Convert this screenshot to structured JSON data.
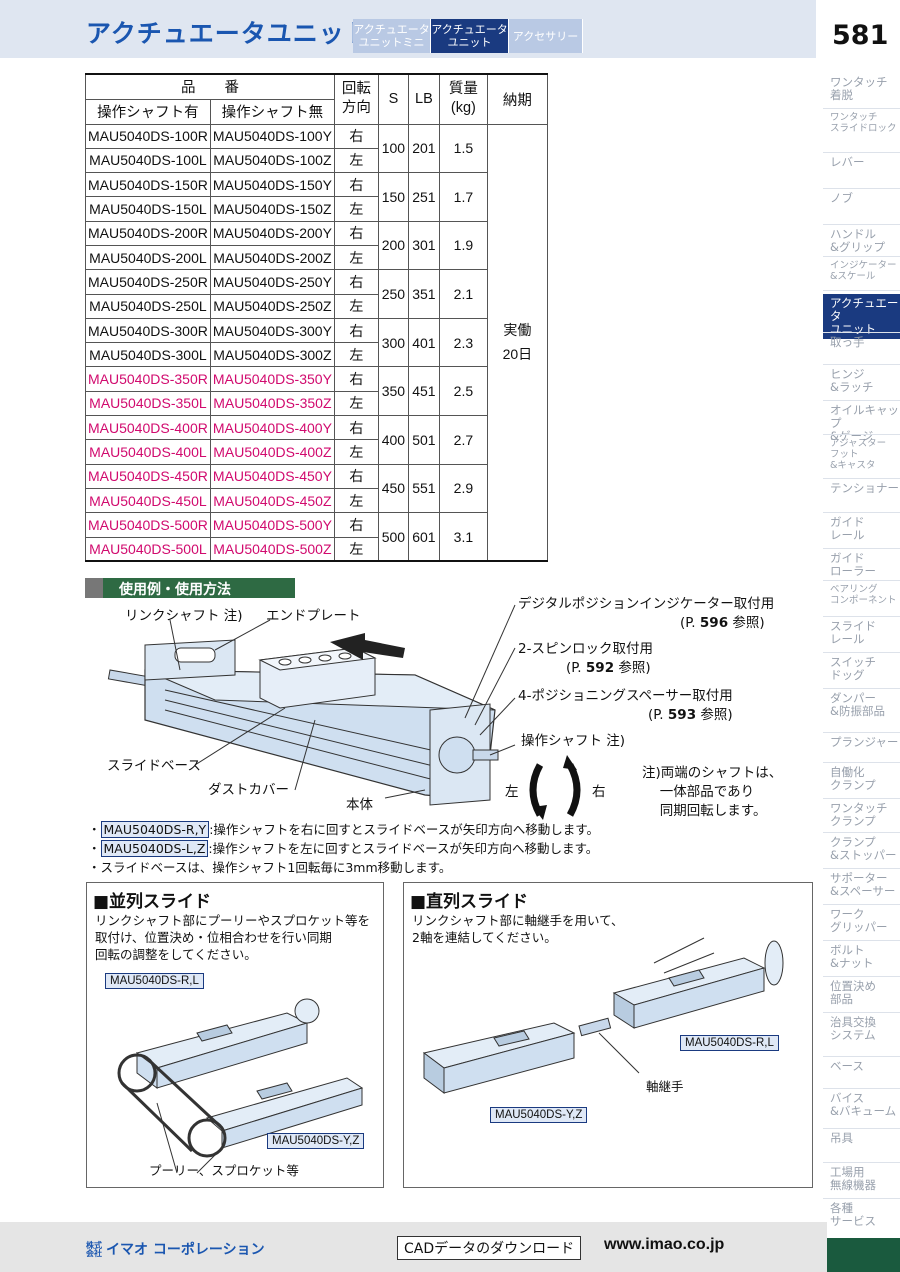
{
  "header": {
    "title": "アクチュエータユニット",
    "tabs": [
      {
        "label": "アクチュエータ\nユニットミニ",
        "active": false
      },
      {
        "label": "アクチュエータ\nユニット",
        "active": true
      },
      {
        "label": "アクセサリー",
        "active": false
      }
    ],
    "page_number": "581"
  },
  "sidebar": {
    "items": [
      {
        "label": "ワンタッチ\n着脱"
      },
      {
        "label": "ワンタッチ\nスライドロック"
      },
      {
        "label": "レバー"
      },
      {
        "label": "ノブ"
      },
      {
        "label": "ハンドル\n&グリップ"
      },
      {
        "label": "インジケーター\n&スケール"
      },
      {
        "label": "アクチュエータ\nユニット",
        "active": true
      },
      {
        "label": "取っ手"
      },
      {
        "label": "ヒンジ\n&ラッチ"
      },
      {
        "label": "オイルキャップ\n&ゲージ"
      },
      {
        "label": "アジャスター\nフット\n&キャスタ"
      },
      {
        "label": "テンショナー"
      },
      {
        "label": "ガイド\nレール"
      },
      {
        "label": "ガイド\nローラー"
      },
      {
        "label": "ベアリング\nコンポーネント"
      },
      {
        "label": "スライド\nレール"
      },
      {
        "label": "スイッチ\nドッグ"
      },
      {
        "label": "ダンパー\n&防振部品"
      },
      {
        "label": "プランジャー"
      },
      {
        "label": "自働化\nクランプ"
      },
      {
        "label": "ワンタッチ\nクランプ"
      },
      {
        "label": "クランプ\n&ストッパー"
      },
      {
        "label": "サポーター\n&スペーサー"
      },
      {
        "label": "ワーク\nグリッパー"
      },
      {
        "label": "ボルト\n&ナット"
      },
      {
        "label": "位置決め\n部品"
      },
      {
        "label": "治具交換\nシステム"
      },
      {
        "label": "ベース"
      },
      {
        "label": "バイス\n&バキューム"
      },
      {
        "label": "吊具"
      },
      {
        "label": "工場用\n無線機器"
      },
      {
        "label": "各種\nサービス"
      }
    ]
  },
  "table": {
    "header": {
      "part_no": "品　　番",
      "with_shaft": "操作シャフト有",
      "without_shaft": "操作シャフト無",
      "rotation": "回転\n方向",
      "s": "S",
      "lb": "LB",
      "mass": "質量\n(kg)",
      "delivery": "納期"
    },
    "delivery_value": "実働\n20日",
    "groups": [
      {
        "s": "100",
        "lb": "201",
        "mass": "1.5",
        "highlight": false,
        "rows": [
          {
            "with": "MAU5040DS-100R",
            "without": "MAU5040DS-100Y",
            "dir": "右"
          },
          {
            "with": "MAU5040DS-100L",
            "without": "MAU5040DS-100Z",
            "dir": "左"
          }
        ]
      },
      {
        "s": "150",
        "lb": "251",
        "mass": "1.7",
        "highlight": false,
        "rows": [
          {
            "with": "MAU5040DS-150R",
            "without": "MAU5040DS-150Y",
            "dir": "右"
          },
          {
            "with": "MAU5040DS-150L",
            "without": "MAU5040DS-150Z",
            "dir": "左"
          }
        ]
      },
      {
        "s": "200",
        "lb": "301",
        "mass": "1.9",
        "highlight": false,
        "rows": [
          {
            "with": "MAU5040DS-200R",
            "without": "MAU5040DS-200Y",
            "dir": "右"
          },
          {
            "with": "MAU5040DS-200L",
            "without": "MAU5040DS-200Z",
            "dir": "左"
          }
        ]
      },
      {
        "s": "250",
        "lb": "351",
        "mass": "2.1",
        "highlight": false,
        "rows": [
          {
            "with": "MAU5040DS-250R",
            "without": "MAU5040DS-250Y",
            "dir": "右"
          },
          {
            "with": "MAU5040DS-250L",
            "without": "MAU5040DS-250Z",
            "dir": "左"
          }
        ]
      },
      {
        "s": "300",
        "lb": "401",
        "mass": "2.3",
        "highlight": false,
        "rows": [
          {
            "with": "MAU5040DS-300R",
            "without": "MAU5040DS-300Y",
            "dir": "右"
          },
          {
            "with": "MAU5040DS-300L",
            "without": "MAU5040DS-300Z",
            "dir": "左"
          }
        ]
      },
      {
        "s": "350",
        "lb": "451",
        "mass": "2.5",
        "highlight": true,
        "rows": [
          {
            "with": "MAU5040DS-350R",
            "without": "MAU5040DS-350Y",
            "dir": "右"
          },
          {
            "with": "MAU5040DS-350L",
            "without": "MAU5040DS-350Z",
            "dir": "左"
          }
        ]
      },
      {
        "s": "400",
        "lb": "501",
        "mass": "2.7",
        "highlight": true,
        "rows": [
          {
            "with": "MAU5040DS-400R",
            "without": "MAU5040DS-400Y",
            "dir": "右"
          },
          {
            "with": "MAU5040DS-400L",
            "without": "MAU5040DS-400Z",
            "dir": "左"
          }
        ]
      },
      {
        "s": "450",
        "lb": "551",
        "mass": "2.9",
        "highlight": true,
        "rows": [
          {
            "with": "MAU5040DS-450R",
            "without": "MAU5040DS-450Y",
            "dir": "右"
          },
          {
            "with": "MAU5040DS-450L",
            "without": "MAU5040DS-450Z",
            "dir": "左"
          }
        ]
      },
      {
        "s": "500",
        "lb": "601",
        "mass": "3.1",
        "highlight": true,
        "rows": [
          {
            "with": "MAU5040DS-500R",
            "without": "MAU5040DS-500Y",
            "dir": "右"
          },
          {
            "with": "MAU5040DS-500L",
            "without": "MAU5040DS-500Z",
            "dir": "左"
          }
        ]
      }
    ]
  },
  "usage": {
    "heading": "使用例・使用方法",
    "labels": {
      "link_shaft": "リンクシャフト 注)",
      "end_plate": "エンドプレート",
      "slide_base": "スライドベース",
      "dust_cover": "ダストカバー",
      "body": "本体",
      "digital_indicator": "デジタルポジションインジケーター取付用",
      "digital_ref_pre": "(P.",
      "digital_ref_num": "596",
      "digital_ref_post": "参照)",
      "spin_lock": "2-スピンロック取付用",
      "spin_ref_pre": "(P.",
      "spin_ref_num": "592",
      "spin_ref_post": "参照)",
      "spacer": "4-ポジショニングスペーサー取付用",
      "spacer_ref_pre": "(P.",
      "spacer_ref_num": "593",
      "spacer_ref_post": "参照)",
      "op_shaft": "操作シャフト 注)",
      "left": "左",
      "right": "右",
      "note": "注)両端のシャフトは、\n　 一体部品であり\n　 同期回転します。"
    },
    "bullets": [
      {
        "model": "MAU5040DS-R,Y",
        "text": ":操作シャフトを右に回すとスライドベースが矢印方向へ移動します。"
      },
      {
        "model": "MAU5040DS-L,Z",
        "text": ":操作シャフトを左に回すとスライドベースが矢印方向へ移動します。"
      },
      {
        "model": "",
        "text": "・スライドベースは、操作シャフト1回転毎に3mm移動します。"
      }
    ],
    "bullet_mark": "・"
  },
  "panels": {
    "parallel": {
      "title": "■並列スライド",
      "desc": "リンクシャフト部にプーリーやスプロケット等を\n取付け、位置決め・位相合わせを行い同期\n回転の調整をしてください。",
      "tag1": "MAU5040DS-R,L",
      "tag2": "MAU5040DS-Y,Z",
      "pulley": "プーリー、スプロケット等"
    },
    "series": {
      "title": "■直列スライド",
      "desc": "リンクシャフト部に軸継手を用いて、\n2軸を連結してください。",
      "tag1": "MAU5040DS-R,L",
      "tag2": "MAU5040DS-Y,Z",
      "coupling": "軸継手"
    }
  },
  "footer": {
    "logo_small": "株式\n会社",
    "logo": "イマオ コーポレーション",
    "cad": "CADデータのダウンロード",
    "url": "www.imao.co.jp"
  },
  "colors": {
    "brand_blue": "#1a56b0",
    "nav_active": "#1a3a80",
    "section_green": "#2e6a43",
    "highlight_pink": "#d10a6e"
  }
}
